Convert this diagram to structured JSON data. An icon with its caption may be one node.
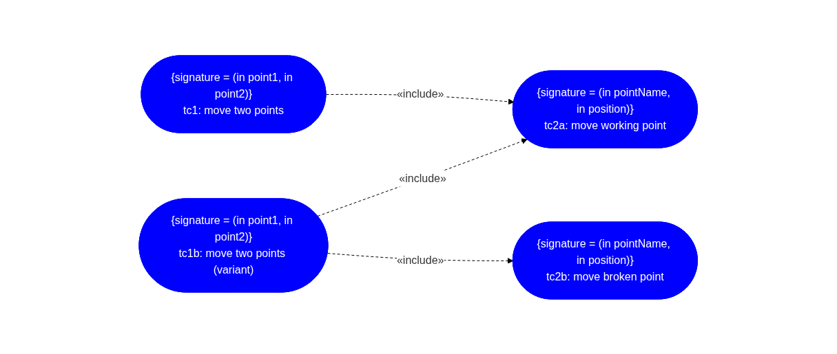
{
  "diagram": {
    "nodes": [
      {
        "text": [
          "{signature = (in point1, in point2)}",
          "tc1: move two points"
        ]
      },
      {
        "text": [
          "{signature = (in pointName, in position)}",
          "tc2a: move working point"
        ]
      },
      {
        "text": [
          "{signature = (in point1, in point2)}",
          "tc1b: move two points (variant)"
        ]
      },
      {
        "text": [
          "{signature = (in pointName, in position)}",
          "tc2b: move broken point"
        ]
      }
    ],
    "edges": [
      {
        "from": 0,
        "to": 1,
        "arrow": "to",
        "label": "«include»",
        "style": "dashed"
      },
      {
        "from": 2,
        "to": 1,
        "arrow": "to",
        "label": "«include»",
        "style": "dashed"
      },
      {
        "from": 2,
        "to": 3,
        "arrow": "to",
        "label": "«include»",
        "style": "dashed"
      }
    ]
  }
}
